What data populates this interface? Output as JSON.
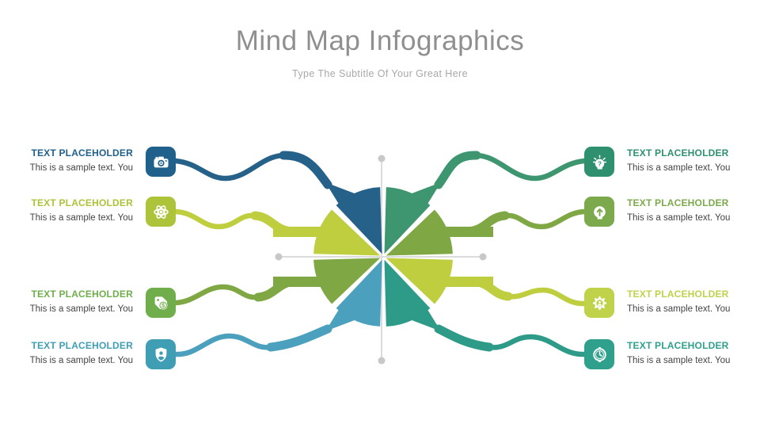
{
  "slide": {
    "title": "Mind Map Infographics",
    "subtitle": "Type The Subtitle Of Your Great Here"
  },
  "palette": {
    "title_text": "#8F8F8F",
    "subtitle_text": "#A8A8A8",
    "body_text": "#444444",
    "axis_line": "#DCDCDC",
    "axis_dot": "#C8C8C8",
    "blue": "#26618A",
    "sea_green": "#3E9670",
    "green": "#7FA845",
    "lime": "#BFCE3E",
    "teal": "#2E9B88",
    "light_blue": "#4BA0BD",
    "box_l1": "#20618C",
    "box_l2": "#ADC33A",
    "box_l3": "#6FAE4B",
    "box_l4": "#3F9EB4",
    "box_r1": "#2F9070",
    "box_r2": "#7CA94C",
    "box_r3": "#BFD24A",
    "box_r4": "#2FA08C"
  },
  "items": {
    "left": [
      {
        "heading": "TEXT PLACEHOLDER",
        "body": "This is a sample text. You",
        "icon": "camera-icon"
      },
      {
        "heading": "TEXT PLACEHOLDER",
        "body": "This is a sample text. You",
        "icon": "atom-icon"
      },
      {
        "heading": "TEXT PLACEHOLDER",
        "body": "This is a sample text. You",
        "icon": "price-tag-icon",
        "icon_glyph": "$"
      },
      {
        "heading": "TEXT PLACEHOLDER",
        "body": "This is a sample text. You",
        "icon": "shield-user-icon"
      }
    ],
    "right": [
      {
        "heading": "TEXT PLACEHOLDER",
        "body": "This is a sample text. You",
        "icon": "idea-head-icon",
        "icon_glyph": "?"
      },
      {
        "heading": "TEXT PLACEHOLDER",
        "body": "This is a sample text. You",
        "icon": "mind-arrow-icon"
      },
      {
        "heading": "TEXT PLACEHOLDER",
        "body": "This is a sample text. You",
        "icon": "gear-user-icon"
      },
      {
        "heading": "TEXT PLACEHOLDER",
        "body": "This is a sample text. You",
        "icon": "clock-icon"
      }
    ]
  }
}
